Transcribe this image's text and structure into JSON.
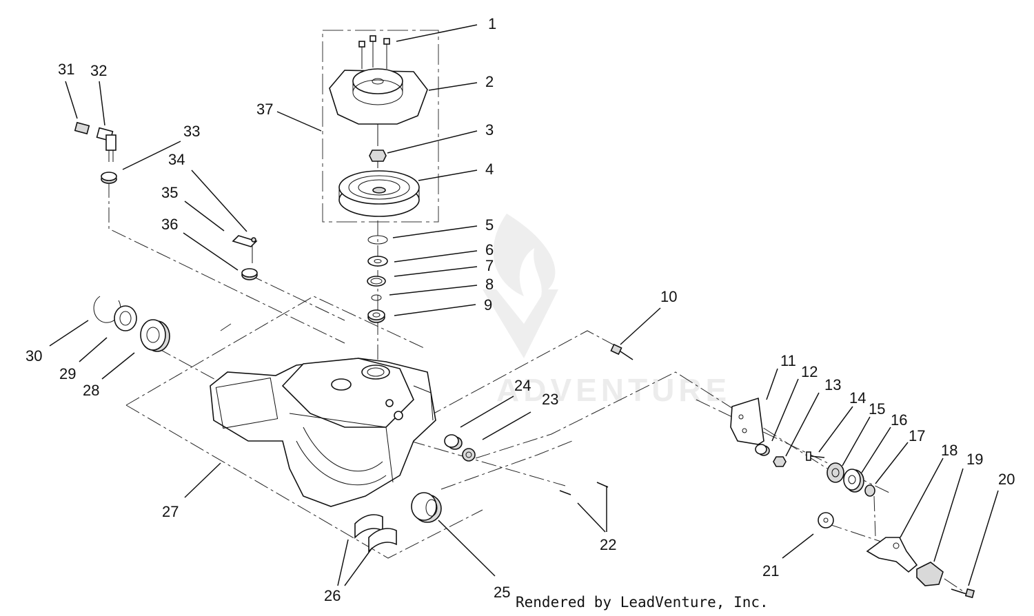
{
  "diagram": {
    "callouts": [
      "1",
      "2",
      "3",
      "4",
      "5",
      "6",
      "7",
      "8",
      "9",
      "10",
      "11",
      "12",
      "13",
      "14",
      "15",
      "16",
      "17",
      "18",
      "19",
      "20",
      "21",
      "22",
      "23",
      "24",
      "25",
      "26",
      "27",
      "28",
      "29",
      "30",
      "31",
      "32",
      "33",
      "34",
      "35",
      "36",
      "37"
    ],
    "watermark": "ADVENTURE",
    "credit": "Rendered by LeadVenture, Inc."
  }
}
